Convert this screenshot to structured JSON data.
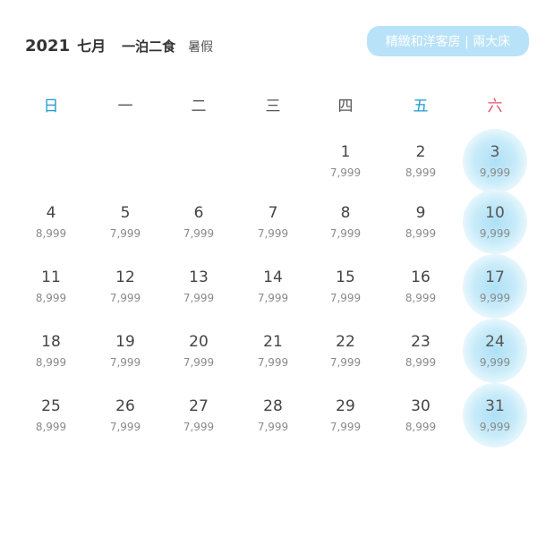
{
  "header": {
    "year": "2021",
    "month": "七月",
    "plan": "一泊二食",
    "season": "暑假"
  },
  "room_type": "精緻和洋客房 | 兩大床",
  "colors": {
    "accent_blue": "#1a9bd1",
    "saturday_red": "#e05570",
    "badge_bg": "#b8e2f8",
    "halo": "#aee0f6"
  },
  "weekdays": [
    "日",
    "一",
    "二",
    "三",
    "四",
    "五",
    "六"
  ],
  "days": [
    {
      "day": "1",
      "price": "7,999",
      "col": 4,
      "row": 0
    },
    {
      "day": "2",
      "price": "8,999",
      "col": 5,
      "row": 0
    },
    {
      "day": "3",
      "price": "9,999",
      "col": 6,
      "row": 0
    },
    {
      "day": "4",
      "price": "8,999",
      "col": 0,
      "row": 1
    },
    {
      "day": "5",
      "price": "7,999",
      "col": 1,
      "row": 1
    },
    {
      "day": "6",
      "price": "7,999",
      "col": 2,
      "row": 1
    },
    {
      "day": "7",
      "price": "7,999",
      "col": 3,
      "row": 1
    },
    {
      "day": "8",
      "price": "7,999",
      "col": 4,
      "row": 1
    },
    {
      "day": "9",
      "price": "8,999",
      "col": 5,
      "row": 1
    },
    {
      "day": "10",
      "price": "9,999",
      "col": 6,
      "row": 1
    },
    {
      "day": "11",
      "price": "8,999",
      "col": 0,
      "row": 2
    },
    {
      "day": "12",
      "price": "7,999",
      "col": 1,
      "row": 2
    },
    {
      "day": "13",
      "price": "7,999",
      "col": 2,
      "row": 2
    },
    {
      "day": "14",
      "price": "7,999",
      "col": 3,
      "row": 2
    },
    {
      "day": "15",
      "price": "7,999",
      "col": 4,
      "row": 2
    },
    {
      "day": "16",
      "price": "8,999",
      "col": 5,
      "row": 2
    },
    {
      "day": "17",
      "price": "9,999",
      "col": 6,
      "row": 2
    },
    {
      "day": "18",
      "price": "8,999",
      "col": 0,
      "row": 3
    },
    {
      "day": "19",
      "price": "7,999",
      "col": 1,
      "row": 3
    },
    {
      "day": "20",
      "price": "7,999",
      "col": 2,
      "row": 3
    },
    {
      "day": "21",
      "price": "7,999",
      "col": 3,
      "row": 3
    },
    {
      "day": "22",
      "price": "7,999",
      "col": 4,
      "row": 3
    },
    {
      "day": "23",
      "price": "8,999",
      "col": 5,
      "row": 3
    },
    {
      "day": "24",
      "price": "9,999",
      "col": 6,
      "row": 3
    },
    {
      "day": "25",
      "price": "8,999",
      "col": 0,
      "row": 4
    },
    {
      "day": "26",
      "price": "7,999",
      "col": 1,
      "row": 4
    },
    {
      "day": "27",
      "price": "7,999",
      "col": 2,
      "row": 4
    },
    {
      "day": "28",
      "price": "7,999",
      "col": 3,
      "row": 4
    },
    {
      "day": "29",
      "price": "7,999",
      "col": 4,
      "row": 4
    },
    {
      "day": "30",
      "price": "8,999",
      "col": 5,
      "row": 4
    },
    {
      "day": "31",
      "price": "9,999",
      "col": 6,
      "row": 4
    }
  ]
}
